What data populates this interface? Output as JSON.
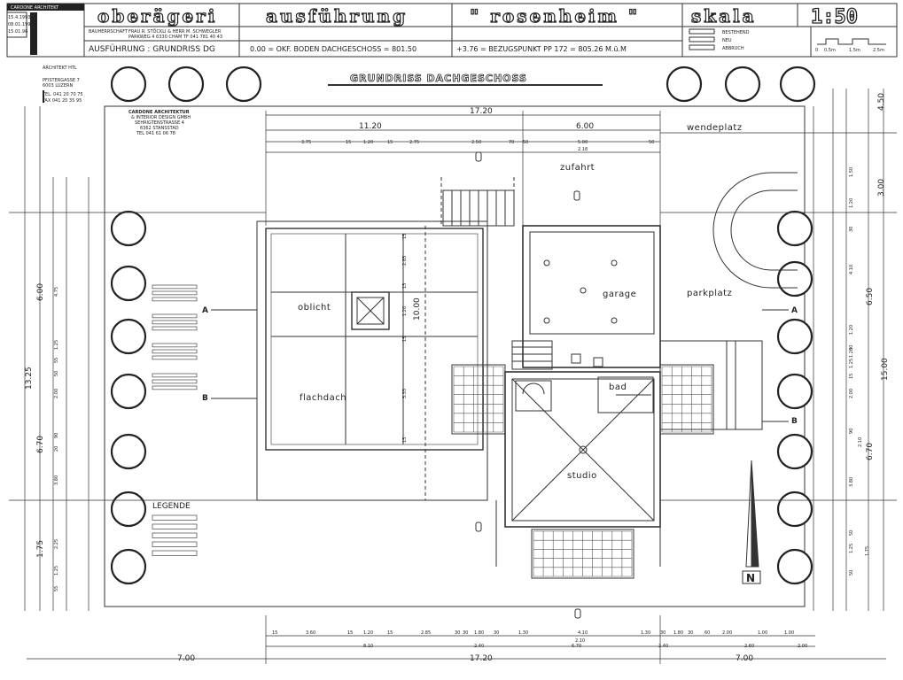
{
  "header": {
    "project": "oberägeri",
    "phase": "ausführung",
    "name": "\" rosenheim \"",
    "scale_label": "skala",
    "scale_value": "1:50",
    "plan_title": "AUSFÜHRUNG : GRUNDRISS DG",
    "level_zero": "0.00 = OKF. BODEN DACHGESCHOSS = 801.50",
    "reference": "+3.76 = BEZUGSPUNKT PP 172 = 805.26 M.ü.M",
    "owner_label": "BAUHERRSCHAFT",
    "owner_line1": "FRAU R. STÖCKLI & HERR M. SCHWEGLER",
    "owner_line2": "PARKWEG 4 6330 CHAM TF 041 781 40 43",
    "legend_existing": "BESTEHEND",
    "legend_new": "NEU",
    "legend_demolish": "ABBRUCH",
    "scalebar_ticks": [
      "0",
      "0.5m",
      "1.5m",
      "2.5m"
    ]
  },
  "titleblock": {
    "stamp": "CARDONE ARCHITEKT",
    "dates": [
      "15.4.1993",
      "08.01.1996",
      "15.01.96"
    ],
    "architect": "ARCHITEKT HTL",
    "street": "PFISTERGASSE 7",
    "city": "6003 LUZERN",
    "tel": "TEL. 041 20 70 75",
    "fax": "FAX 041 20 35 95",
    "firm1": "CARDONE ARCHITEKTUR",
    "firm2": "& INTERIOR DESIGN GMBH",
    "firm3": "SEHRIGTENSTRASSE 4",
    "firm4": "6362 STANSSTAD",
    "firm5": "TEL 041 61 06 78"
  },
  "plan": {
    "title": "GRUNDRISS DACHGESCHOSS",
    "rooms": {
      "oblicht": "oblicht",
      "flachdach": "flachdach",
      "garage": "garage",
      "bad": "bad",
      "studio": "studio",
      "zufahrt": "zufahrt",
      "parkplatz": "parkplatz",
      "wendeplatz": "wendeplatz"
    },
    "legend_title": "LEGENDE",
    "section_marks": [
      "A",
      "B"
    ],
    "north": "N"
  },
  "dims_top": {
    "overall": "17.20",
    "left": "11.20",
    "right": "6.00",
    "row3": [
      "3.75",
      "15",
      "1.20",
      "15",
      "2.75",
      "2.50",
      "70",
      "50",
      "5.00",
      "50"
    ],
    "sub": "2.18"
  },
  "dims_bottom": {
    "row1": [
      "15",
      "3.60",
      "15",
      "1.20",
      "15",
      "2.85",
      "30",
      "30",
      "1.80",
      "30",
      "1.30",
      "4.10",
      "1.30",
      "30",
      "1.80",
      "30",
      "60",
      "2.00",
      "1.00",
      "1.00"
    ],
    "sub": "2.10",
    "row2": [
      "8.10",
      "2.40",
      "6.70",
      "2.40",
      "2.60",
      "2.00"
    ],
    "row3": [
      "7.00",
      "17.20",
      "7.00"
    ]
  },
  "dims_left": {
    "outer": [
      "13.25",
      "6.00",
      "6.70",
      "1.75"
    ],
    "inner": [
      "4.75",
      "1.25",
      "55",
      "50",
      "2.00",
      "90",
      "20",
      "3.80",
      "2.25",
      "1.25",
      "55"
    ]
  },
  "dims_right": {
    "outer": [
      "4.50",
      "3.00",
      "6.50",
      "15.00",
      "6.70"
    ],
    "inner": [
      "1.50",
      "1.20",
      "30",
      "4.10",
      "1.20",
      "30",
      "1.20",
      "1.25",
      "15",
      "2.00",
      "90",
      "2.10",
      "3.80",
      "50",
      "1.25",
      "1.75",
      "50"
    ]
  },
  "dims_plan": {
    "vertical_main": "10.00",
    "vertical_parts": [
      "15",
      "2.85",
      "15",
      "1.20",
      "15",
      "5.35",
      "15"
    ]
  }
}
